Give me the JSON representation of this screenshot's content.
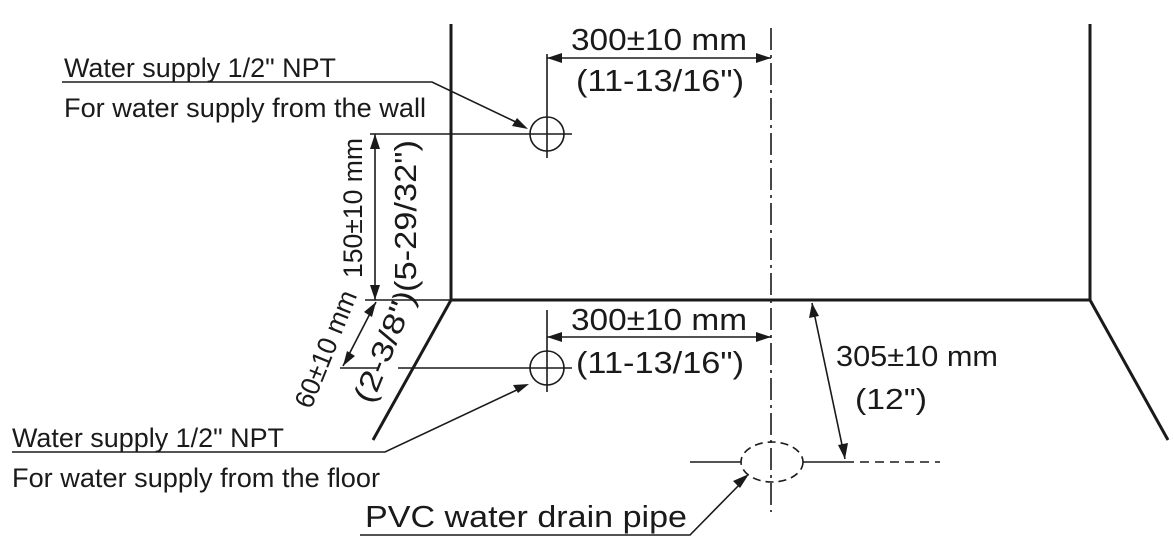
{
  "labels": {
    "wall_supply_line1": "Water supply 1/2\" NPT",
    "wall_supply_line2": "For water supply from the wall",
    "floor_supply_line1": "Water supply 1/2\" NPT",
    "floor_supply_line2": "For water supply from the floor",
    "drain": "PVC water drain pipe"
  },
  "dimensions": {
    "top_horizontal_mm": "300±10 mm",
    "top_horizontal_in": "(11-13/16\")",
    "vertical_mm": "150±10 mm",
    "vertical_in": "(5-29/32\")",
    "floor_depth_mm": "60±10 mm",
    "floor_depth_in": "(2-3/8\")",
    "bottom_horizontal_mm": "300±10 mm",
    "bottom_horizontal_in": "(11-13/16\")",
    "drain_depth_mm": "305±10 mm",
    "drain_depth_in": "(12\")"
  }
}
